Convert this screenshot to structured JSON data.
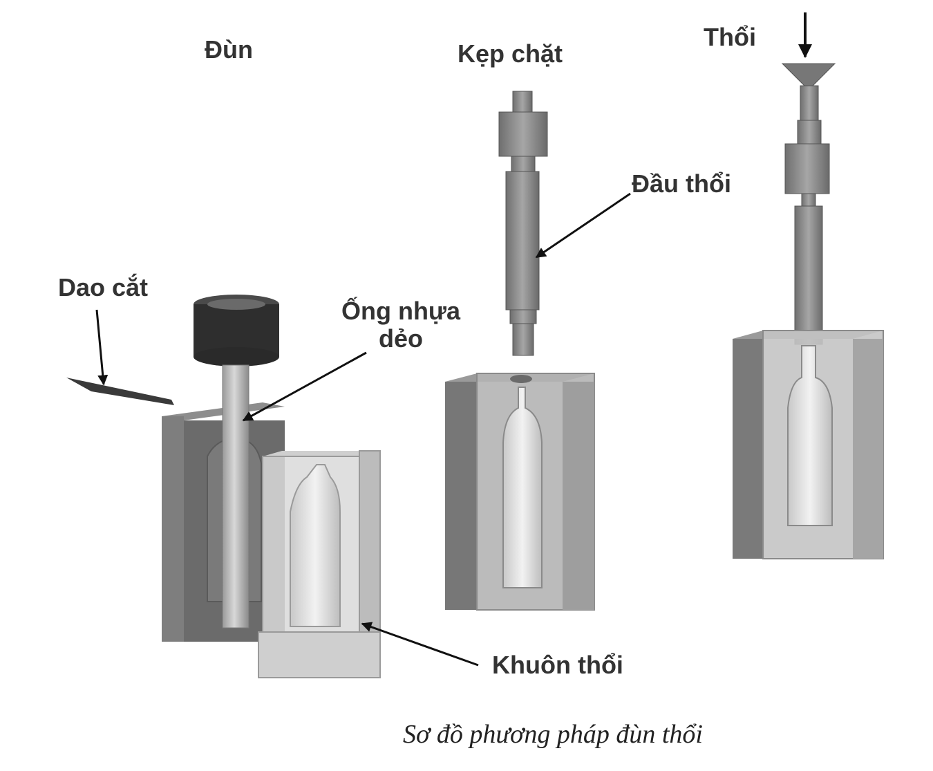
{
  "stages": {
    "extrude": "Đùn",
    "clamp": "Kẹp chặt",
    "blow": "Thổi"
  },
  "labels": {
    "cutter": "Dao cắt",
    "parison_line1": "Ống nhựa",
    "parison_line2": "dẻo",
    "blow_pin": "Đầu thổi",
    "blow_mold": "Khuôn thổi"
  },
  "caption": "Sơ đồ phương pháp đùn thổi"
}
